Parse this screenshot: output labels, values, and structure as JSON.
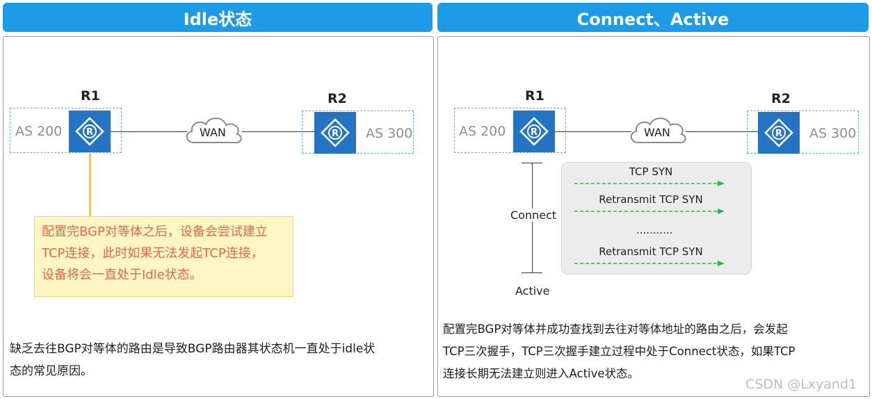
{
  "left_panel": {
    "title": "Idle状态",
    "r1": {
      "name": "R1",
      "as_label": "AS 200"
    },
    "r2": {
      "name": "R2",
      "as_label": "AS 300"
    },
    "wan_label": "WAN",
    "callout_lines": [
      "配置完BGP对等体之后，设备会尝试建立",
      "TCP连接，此时如果无法发起TCP连接，",
      "设备将会一直处于Idle状态。"
    ],
    "description_lines": [
      "缺乏去往BGP对等体的路由是导致BGP路由器其状态机一直处于idle状",
      "态的常见原因。"
    ]
  },
  "right_panel": {
    "title": "Connect、Active",
    "r1": {
      "name": "R1",
      "as_label": "AS 200"
    },
    "r2": {
      "name": "R2",
      "as_label": "AS 300"
    },
    "wan_label": "WAN",
    "connect_label": "Connect",
    "active_label": "Active",
    "syn_messages": [
      "TCP SYN",
      "Retransmit TCP SYN",
      "Retransmit TCP SYN"
    ],
    "ellipsis": "...........",
    "description_lines": [
      "配置完BGP对等体并成功查找到去往对等体地址的路由之后，会发起",
      "TCP三次握手，TCP三次握手建立过程中处于Connect状态，如果TCP",
      "连接长期无法建立则进入Active状态。"
    ]
  },
  "watermark": "CSDN @Lxyand1",
  "colors": {
    "header_bg": "#1d9be6",
    "router_blue": "#2474c6",
    "as_border": "#5fb0e8",
    "callout_bg": "#fff6c4",
    "callout_text": "#e8664a",
    "arrow_green": "#2db34a"
  },
  "icons": {
    "router": "router-icon",
    "cloud": "cloud-icon"
  }
}
